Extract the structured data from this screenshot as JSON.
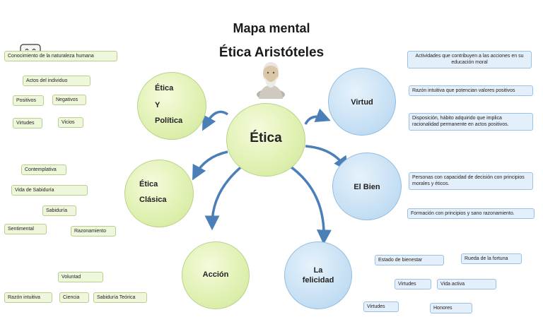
{
  "title": "Mapa mental",
  "subtitle": "Ética Aristóteles",
  "center": "Ética",
  "nodes": {
    "etica_politica": [
      "Ética",
      "Y",
      "Política"
    ],
    "etica_clasica": [
      "Ética",
      "Clásica"
    ],
    "accion": "Acción",
    "felicidad": [
      "La",
      "felicidad"
    ],
    "el_bien": "El Bien",
    "virtud": "Virtud"
  },
  "left_boxes": {
    "conocimiento": "Conocimiento de la naturaleza humana",
    "actos": "Actos del individuo",
    "positivos": "Positivos",
    "negativos": "Negativos",
    "virtudes": "Virtudes",
    "vicios": "Vicios",
    "contemplativa": "Contemplativa",
    "vida_sabiduria": "Vida de Sabiduría",
    "sabiduria": "Sabiduría",
    "sentimental": "Sentimental",
    "razonamiento": "Razonamiento",
    "voluntad": "Voluntad",
    "razon_intuitiva": "Razón intuitiva",
    "ciencia": "Ciencia",
    "sabiduria_teorica": "Sabiduría Teórica"
  },
  "right_boxes": {
    "actividades": "Actividades que contribuyen a las acciones en su educación moral",
    "razon_intuitiva": "Razón intuitiva que potencian valores positivos",
    "disposicion": "Disposición, hábito adquirido que implica racionalidad permanente en actos positivos.",
    "personas": "Personas con capacidad de decisión con principios morales y éticos.",
    "formacion": "Formación con principios y sano razonamiento.",
    "estado": "Estado de bienestar",
    "rueda": "Rueda de la fortuna",
    "virtudes1": "Virtudes",
    "vida_activa": "Vida activa",
    "virtudes2": "Virtudes",
    "honores": "Honores"
  },
  "colors": {
    "green_node": "#dff0b0",
    "blue_node": "#c7e0f4",
    "arrow": "#4a7fb8"
  },
  "icons": [
    "smiley-face-icon",
    "aristotle-bust-image"
  ]
}
